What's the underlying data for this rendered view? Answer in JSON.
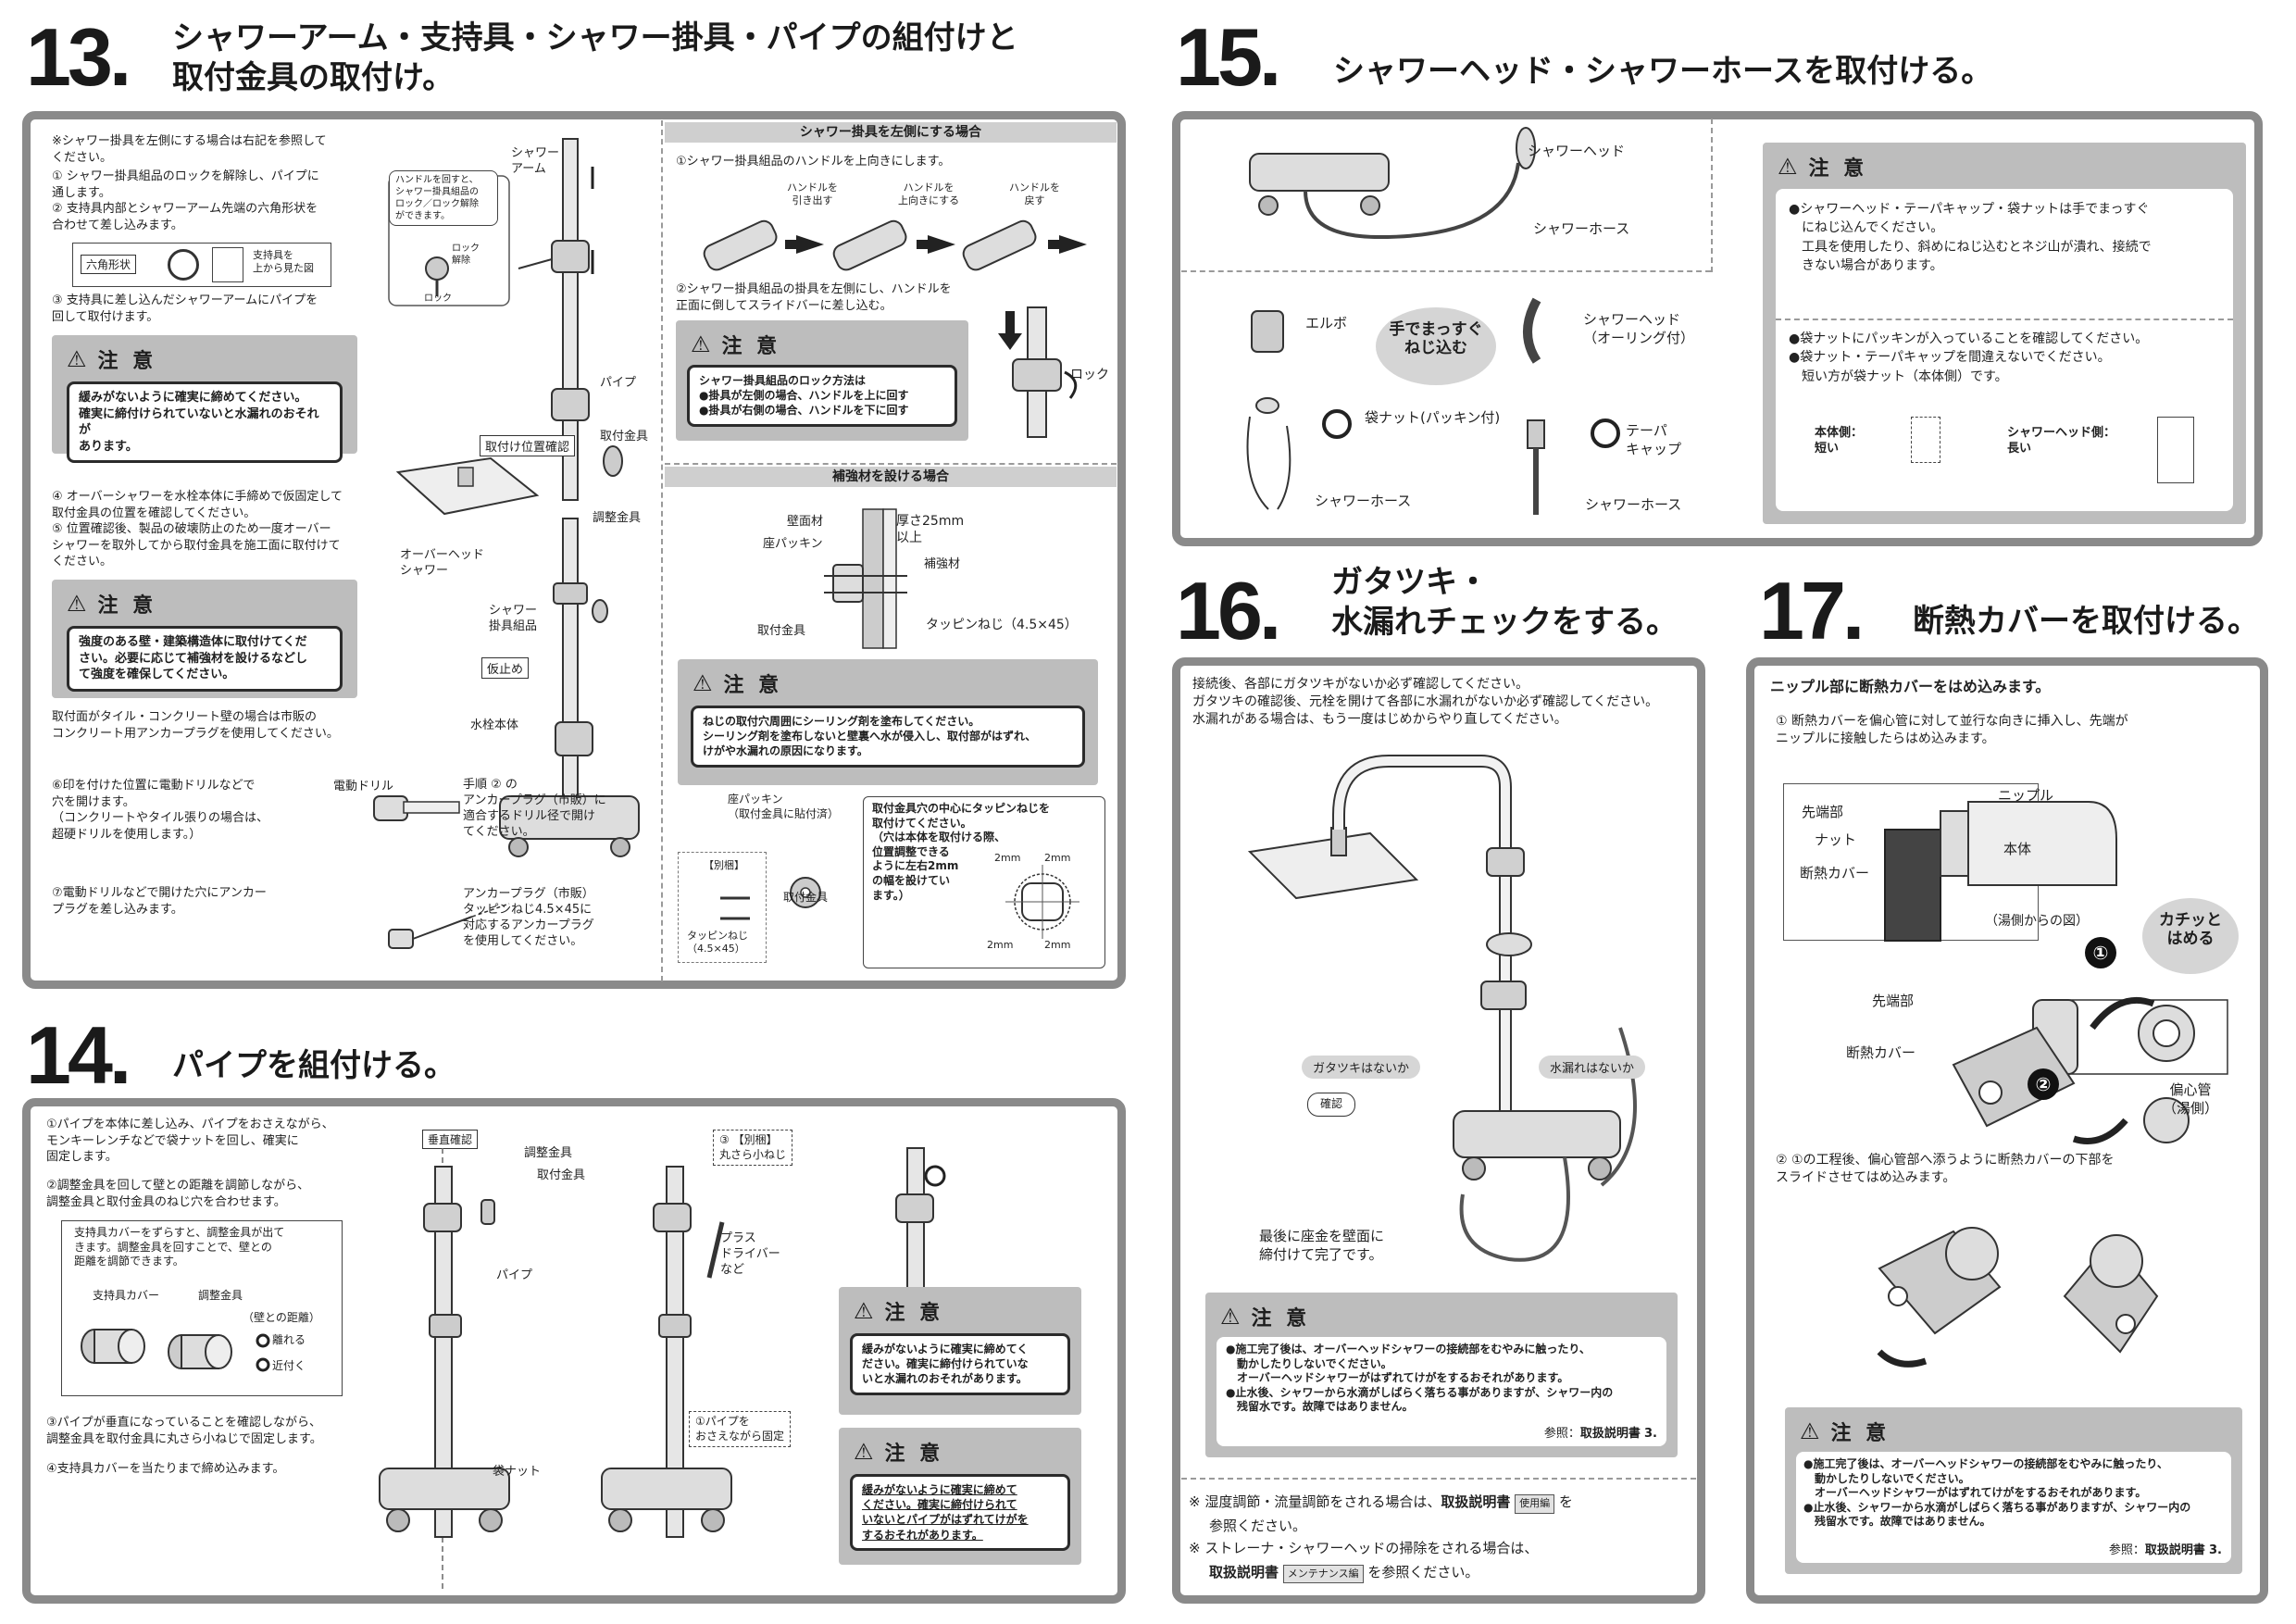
{
  "s13": {
    "num": "13.",
    "title_l1": "シャワーアーム・支持具・シャワー掛具・パイプの組付けと",
    "title_l2": "取付金具の取付け。",
    "note": "※シャワー掛具を左側にする場合は右記を参照して\nください。",
    "steps_1_2": "① シャワー掛具組品のロックを解除し、パイプに\n通します。\n② 支持具内部とシャワーアーム先端の六角形状を\n合わせて差し込みます。",
    "hex_label": "六角形状",
    "hex_caption": "支持具を\n上から見た図",
    "step_3": "③ 支持具に差し込んだシャワーアームにパイプを\n回して取付けます。",
    "caution_title": "注 意",
    "caution1": "緩みがないように確実に締めてください。\n確実に締付けられていないと水漏れのおそれが\nあります。",
    "steps_4_5": "④ オーバーシャワーを水栓本体に手締めで仮固定して\n取付金具の位置を確認してください。\n⑤ 位置確認後、製品の破壊防止のため一度オーバー\nシャワーを取外してから取付金具を施工面に取付けて\nください。",
    "caution2": "強度のある壁・建築構造体に取付けてくだ\nさい。必要に応じて補強材を設けるなどし\nて強度を確保してください。",
    "tile_note": "取付面がタイル・コンクリート壁の場合は市販の\nコンクリート用アンカープラグを使用してください。",
    "step_6": "⑥印を付けた位置に電動ドリルなどで\n穴を開けます。\n（コンクリートやタイル張りの場合は、\n超硬ドリルを使用します。）",
    "step_7": "⑦電動ドリルなどで開けた穴にアンカー\nプラグを差し込みます。",
    "lbl_arm": "シャワー\nアーム",
    "lbl_pipe": "パイプ",
    "lbl_handle_note": "ハンドルを回すと、\nシャワー掛具組品の\nロック／ロック解除\nができます。",
    "lbl_lock_release": "ロック\n解除",
    "lbl_lock": "ロック",
    "lbl_pos_check": "取付け位置確認",
    "lbl_fitting": "取付金具",
    "lbl_adjust": "調整金具",
    "lbl_overhead": "オーバーヘッド\nシャワー",
    "lbl_holder": "シャワー\n掛具組品",
    "lbl_temp": "仮止め",
    "lbl_body": "水栓本体",
    "lbl_drill": "電動ドリル",
    "lbl_drill_note": "手順 ② の\nアンカープラグ（市販）に\n適合するドリル径で開け\nてください。",
    "lbl_anchor": "アンカープラグ（市販）\nタッピンねじ4.5×45に\n対応するアンカープラグ\nを使用してください。",
    "left_side": {
      "head": "シャワー掛具を左側にする場合",
      "step1": "①シャワー掛具組品のハンドルを上向きにします。",
      "h1": "ハンドルを\n引き出す",
      "h2": "ハンドルを\n上向きにする",
      "h3": "ハンドルを\n戻す",
      "step2": "②シャワー掛具組品の掛具を左側にし、ハンドルを\n正面に倒してスライドバーに差し込む。",
      "caution": "シャワー掛具組品のロック方法は\n●掛具が左側の場合、ハンドルを上に回す\n●掛具が右側の場合、ハンドルを下に回す",
      "lock": "ロック"
    },
    "reinforce": {
      "head": "補強材を設ける場合",
      "wall": "壁面材",
      "packing": "座パッキン",
      "thickness": "厚さ25mm\n以上",
      "reinforcement": "補強材",
      "fitting": "取付金具",
      "screw": "タッピンねじ（4.5×45）",
      "caution": "ねじの取付穴周囲にシーリング剤を塗布してください。\nシーリング剤を塗布しないと壁裏へ水が侵入し、取付部がはずれ、\nけがや水漏れの原因になります。",
      "seat_packing": "座パッキン\n（取付金具に貼付済）",
      "separate": "【別梱】",
      "fitting2": "取付金具",
      "screw2": "タッピンねじ\n（4.5×45）",
      "center_note": "取付金具穴の中心にタッピンねじを\n取付けてください。\n（穴は本体を取付ける際、\n位置調整できる\nように左右2mm\nの幅を設けてい\nます。）",
      "mm": "2mm"
    }
  },
  "s14": {
    "num": "14.",
    "title": "パイプを組付ける。",
    "step1": "①パイプを本体に差し込み、パイプをおさえながら、\nモンキーレンチなどで袋ナットを回し、確実に\n固定します。",
    "step2": "②調整金具を回して壁との距離を調節しながら、\n調整金具と取付金具のねじ穴を合わせます。",
    "box": "支持具カバーをずらすと、調整金具が出て\nきます。調整金具を回すことで、壁との\n距離を調節できます。",
    "cover": "支持具カバー",
    "adjust": "調整金具",
    "wall_dist": "（壁との距離）",
    "away": "離れる",
    "near": "近付く",
    "step3": "③パイプが垂直になっていることを確認しながら、\n調整金具を取付金具に丸さら小ねじで固定します。",
    "step4": "④支持具カバーを当たりまで締め込みます。",
    "vertical": "垂直確認",
    "lbl_adjust": "調整金具",
    "lbl_fitting": "取付金具",
    "lbl_pipe": "パイプ",
    "lbl_nut": "袋ナット",
    "lbl_screw": "③ 【別梱】\n丸さら小ねじ",
    "lbl_driver": "プラス\nドライバー\nなど",
    "lbl_hold": "①パイプを\nおさえながら固定",
    "caution_title": "注 意",
    "caution1": "緩みがないように確実に締めてく\nださい。確実に締付けられていな\nいと水漏れのおそれがあります。",
    "caution2": "緩みがないように確実に締めて\nください。確実に締付けられて\nいないとパイプがはずれてけがを\nするおそれがあります。"
  },
  "s15": {
    "num": "15.",
    "title": "シャワーヘッド・シャワーホースを取付ける。",
    "lbl_head": "シャワーヘッド",
    "lbl_hose": "シャワーホース",
    "lbl_elbow": "エルボ",
    "balloon": "手でまっすぐ\nねじ込む",
    "lbl_head_oring": "シャワーヘッド\n（オーリング付）",
    "lbl_nut": "袋ナット(パッキン付)",
    "lbl_taper": "テーパ\nキャップ",
    "lbl_hose2": "シャワーホース",
    "lbl_hose3": "シャワーホース",
    "caution_title": "注 意",
    "caution1": "●シャワーヘッド・テーパキャップ・袋ナットは手でまっすぐ\n　にねじ込んでください。\n　工具を使用したり、斜めにねじ込むとネジ山が潰れ、接続で\n　きない場合があります。",
    "caution2": "●袋ナットにパッキンが入っていることを確認してください。\n●袋ナット・テーパキャップを間違えないでください。\n　短い方が袋ナット（本体側）です。",
    "body_side": "本体側：\n短い",
    "head_side": "シャワーヘッド側：\n長い"
  },
  "s16": {
    "num": "16.",
    "title_l1": "ガタツキ・",
    "title_l2": "水漏れチェックをする。",
    "intro": "接続後、各部にガタツキがないか必ず確認してください。\nガタツキの確認後、元栓を開けて各部に水漏れがないか必ず確認してください。\n水漏れがある場合は、もう一度はじめからやり直してください。",
    "pill1": "ガタツキはないか",
    "pill2": "水漏れはないか",
    "check": "確認",
    "final": "最後に座金を壁面に\n締付けて完了です。",
    "caution_title": "注 意",
    "caution": "●施工完了後は、オーバーヘッドシャワーの接続部をむやみに触ったり、\n　動かしたりしないでください。\n　オーバーヘッドシャワーがはずれてけがをするおそれがあります。\n●止水後、シャワーから水滴がしばらく落ちる事がありますが、シャワー内の\n　残留水です。故障ではありません。",
    "ref_prefix": "参照：",
    "ref_doc": "取扱説明書",
    "ref_num": "3.",
    "note1a": "※ 湿度調節・流量調節をされる場合は、",
    "note1b": "取扱説明書",
    "note1c": "使用編",
    "note1d": "を",
    "note1e": "参照ください。",
    "note2a": "※ ストレーナ・シャワーヘッドの掃除をされる場合は、",
    "note2b": "取扱説明書",
    "note2c": "メンテナンス編",
    "note2d": "を参照ください。"
  },
  "s17": {
    "num": "17.",
    "title": "断熱カバーを取付ける。",
    "head": "ニップル部に断熱カバーをはめ込みます。",
    "step1": "① 断熱カバーを偏心管に対して並行な向きに挿入し、先端が\nニップルに接触したらはめ込みます。",
    "lbl_tip": "先端部",
    "lbl_nut": "ナット",
    "lbl_cover": "断熱カバー",
    "lbl_nipple": "ニップル",
    "lbl_body": "本体",
    "lbl_view": "（湯側からの図）",
    "balloon": "カチッと\nはめる",
    "lbl_tip2": "先端部",
    "lbl_cover2": "断熱カバー",
    "lbl_eccentric": "偏心管\n（湯側）",
    "circ1": "①",
    "circ2": "②",
    "step2": "② ①の工程後、偏心管部へ添うように断熱カバーの下部を\nスライドさせてはめ込みます。",
    "caution_title": "注 意",
    "caution": "●施工完了後は、オーバーヘッドシャワーの接続部をむやみに触ったり、\n　動かしたりしないでください。\n　オーバーヘッドシャワーがはずれてけがをするおそれがあります。\n●止水後、シャワーから水滴がしばらく落ちる事がありますが、シャワー内の\n　残留水です。故障ではありません。",
    "ref_prefix": "参照：",
    "ref_doc": "取扱説明書",
    "ref_num": "3."
  }
}
